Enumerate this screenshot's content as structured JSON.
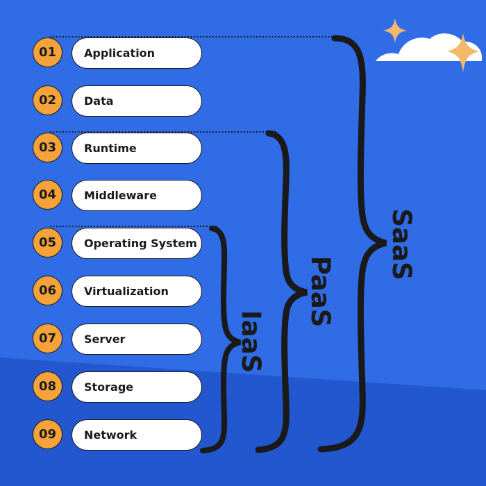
{
  "layers": [
    {
      "number": "01",
      "label": "Application"
    },
    {
      "number": "02",
      "label": "Data"
    },
    {
      "number": "03",
      "label": "Runtime"
    },
    {
      "number": "04",
      "label": "Middleware"
    },
    {
      "number": "05",
      "label": "Operating System"
    },
    {
      "number": "06",
      "label": "Virtualization"
    },
    {
      "number": "07",
      "label": "Server"
    },
    {
      "number": "08",
      "label": "Storage"
    },
    {
      "number": "09",
      "label": "Network"
    }
  ],
  "groups": {
    "saas": "SaaS",
    "paas": "PaaS",
    "iaas": "IaaS"
  },
  "colors": {
    "background_upper": "#2f6ce6",
    "background_lower": "#2257cf",
    "number_badge": "#f4a33b",
    "pill": "#ffffff",
    "ink": "#1a1a1a",
    "sparkle": "#f4b96a"
  }
}
